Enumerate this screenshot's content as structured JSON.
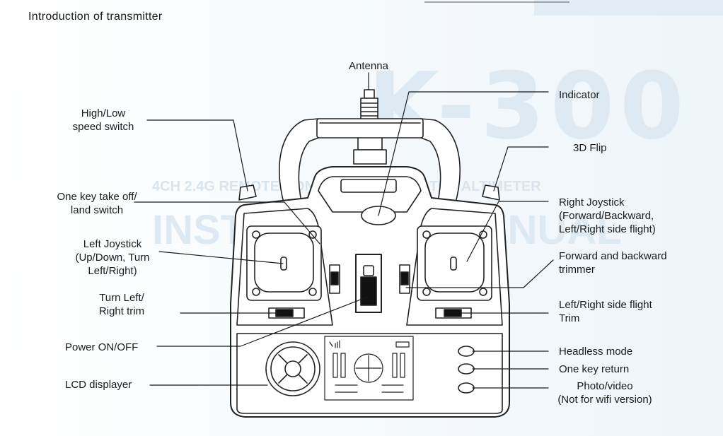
{
  "title": "Introduction of transmitter",
  "watermark": {
    "brand": "K-300",
    "subtitle": "4CH 2.4G REMOTE CONTROL QUADCOPTER ALTIMETER",
    "manual": "INSTRUCTION MANUAL",
    "color": "#dbe8f3"
  },
  "labels": {
    "antenna": "Antenna",
    "indicator": "Indicator",
    "speed_switch": "High/Low\nspeed switch",
    "flip_3d": "3D Flip",
    "takeoff_land": "One key take off/\nland switch",
    "right_joystick": "Right Joystick\n(Forward/Backward,\nLeft/Right side flight)",
    "left_joystick": "Left Joystick\n(Up/Down, Turn\nLeft/Right)",
    "fb_trimmer": "Forward and backward\ntrimmer",
    "turn_trim": "Turn Left/\nRight trim",
    "side_trim": "Left/Right side flight\nTrim",
    "power": "Power ON/OFF",
    "headless": "Headless mode",
    "key_return": "One key return",
    "lcd": "LCD displayer",
    "photo_video": "Photo/video\n(Not for wifi version)"
  },
  "colors": {
    "line": "#1a1a1a",
    "outline": "#222222",
    "fill": "#ffffff"
  }
}
